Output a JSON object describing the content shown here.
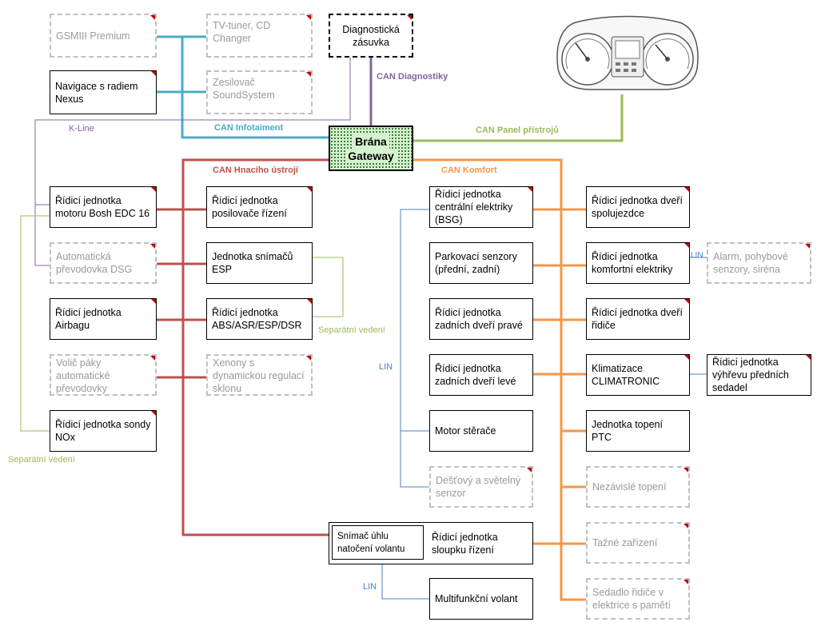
{
  "colors": {
    "infotainment": "#4bacc6",
    "diagnostics": "#8064a2",
    "panel": "#9bbb59",
    "hnaci": "#c0504d",
    "komfort": "#f79646",
    "lin": "#4f81bd",
    "kline": "#8064a2",
    "separatni": "#9bbb59",
    "corner": "#c00000"
  },
  "gateway": {
    "line1": "Brána",
    "line2": "Gateway"
  },
  "diagnostic_socket": "Diagnostická\nzásuvka",
  "instrument_cluster": {
    "icon": "instrument-cluster-icon"
  },
  "buses": {
    "can_diagnostiky": "CAN Diagnostiky",
    "can_infotainment": "CAN Infotaiment",
    "can_panel": "CAN Panel přístrojů",
    "can_hnaci": "CAN Hnacího  ústrojí",
    "can_komfort": "CAN Komfort",
    "k_line": "K-Line",
    "lin": "LIN",
    "separatni": "Separátní vedení"
  },
  "infotainment_units": {
    "gsm": "GSMIII Premium",
    "tv": "TV-tuner, CD\nChanger",
    "nav": "Navigace s radiem\nNexus",
    "amp": "Zesilovač\nSoundSystem"
  },
  "drive_units": {
    "engine": "Řídicí jednotka\nmotoru Bosh EDC 16",
    "dsg": "Automatická\npřevodovka DSG",
    "airbag": "Řídicí jednotka\nAirbagu",
    "selector": "Volič páky\nautomatické\npřevodovky",
    "nox": "Řídicí jednotka sondy\nNOx",
    "steering": "Řídicí jednotka\nposilovače řízení",
    "esp_sensors": "Jednotka snímačů\nESP",
    "abs": "Řídicí jednotka\nABS/ASR/ESP/DSR",
    "xenon": "Xenony s\ndynamickou regulací\nsklonu"
  },
  "comfort_left": {
    "bsg": "Řídicí jednotka\ncentrální elektriky\n(BSG)",
    "parking": "Parkovací senzory\n(přední, zadní)",
    "rear_right": "Řídicí jednotka\nzadních dveří pravé",
    "rear_left": "Řídicí jednotka\nzadních dveří levé",
    "wiper": "Motor stěrače",
    "rain": "Dešťový a světelný\nsenzor",
    "column": "Řídicí jednotka\nsloupku řízení",
    "steering_sensor": "Snímač úhlu\nnatočení volantu",
    "mf_wheel": "Multifunkční volant"
  },
  "comfort_right": {
    "passenger_door": "Řídicí jednotka dveří\nspolujezdce",
    "comfort_el": "Řídicí jednotka\nkomfortní elektriky",
    "alarm": "Alarm, pohybové\nsenzory, siréna",
    "driver_door": "Řídicí jednotka dveří\nřidiče",
    "climatronic": "Klimatizace\nCLIMATRONIC",
    "seat_heating": "Řídicí jednotka\nvýhřevu předních\nsedadel",
    "ptc": "Jednotka topení PTC",
    "aux_heating": "Nezávislé topení",
    "tow": "Tažné zařízení",
    "seat_memory": "Sedadlo řidiče v\nelektrice s pamětí"
  }
}
